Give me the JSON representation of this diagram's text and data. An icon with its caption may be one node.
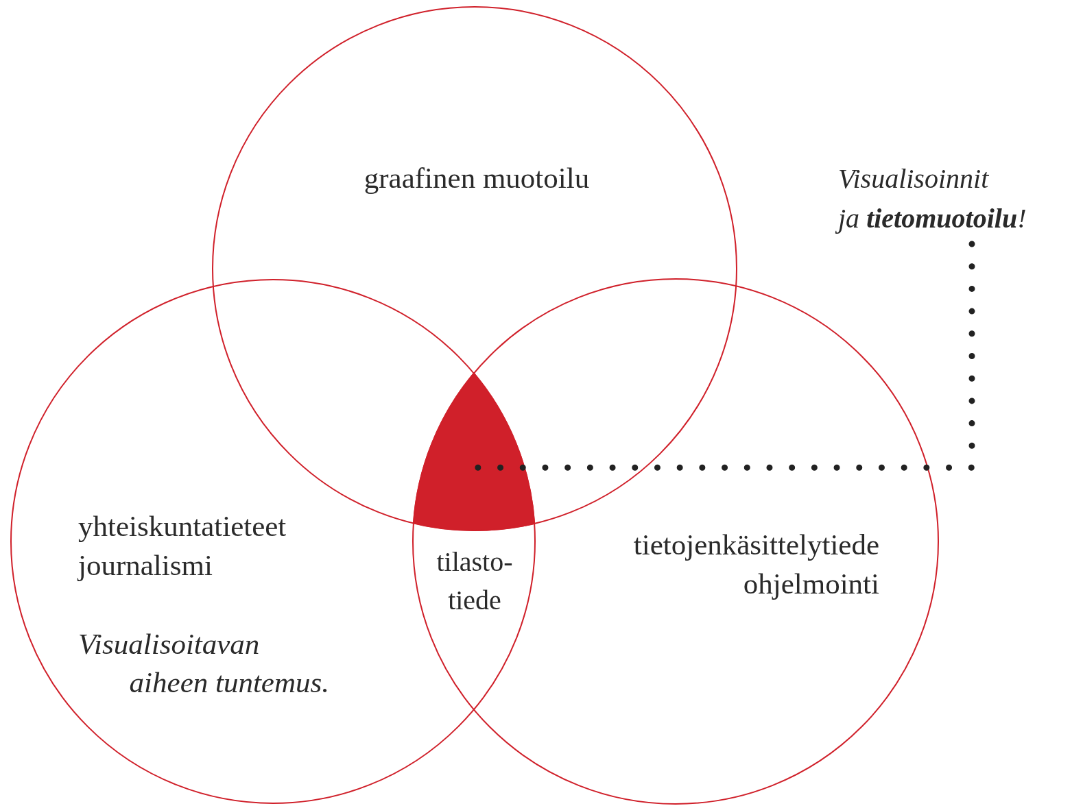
{
  "diagram": {
    "nodes": [
      {
        "text": [
          "graafinen muotoilu"
        ]
      },
      {
        "text": [
          "yhteiskuntatieteet",
          "journalismi",
          "Visualisoitavan aiheen tuntemus."
        ]
      },
      {
        "text": [
          "tietojenkäsittelytiede",
          "ohjelmointi"
        ]
      },
      {
        "text": [
          "Visualisoinnit ja **tietomuotoilu**!"
        ]
      },
      {
        "text": [],
        "shape": "triangle"
      }
    ],
    "edges": [
      {
        "from": 3,
        "to": 4,
        "arrow": "none",
        "style": "dashed"
      }
    ],
    "labels": [
      "tilasto-tiede"
    ]
  }
}
